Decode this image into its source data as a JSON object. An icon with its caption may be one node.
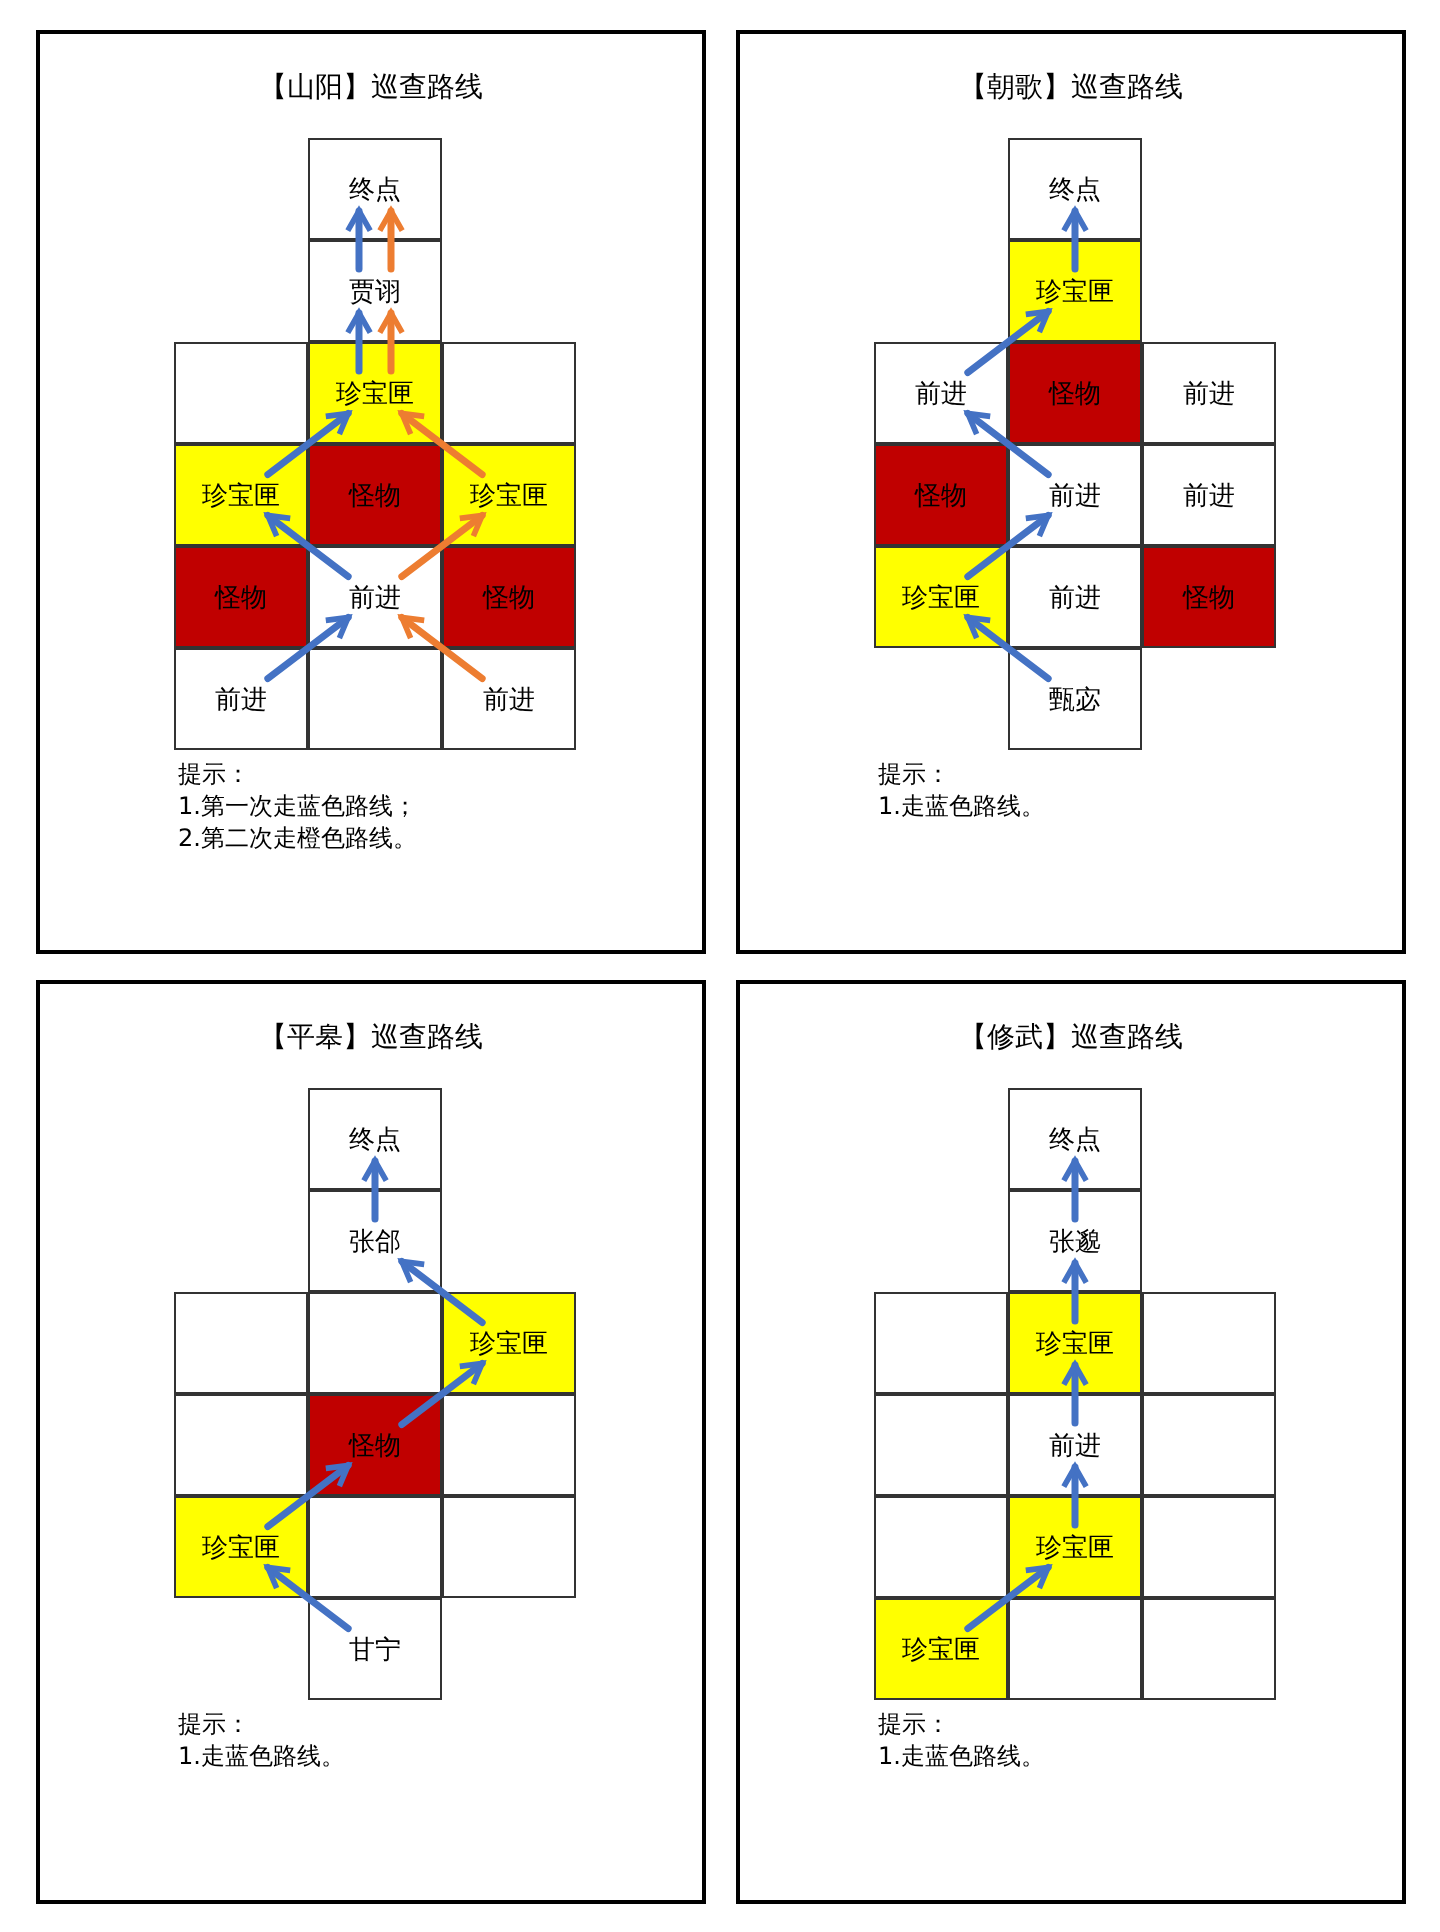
{
  "diagram": {
    "nodes": [
      {
        "text": [
          "【山阳】巡查路线",
          "提示：",
          "1.第一次走蓝色路线；",
          "2.第二次走橙色路线。"
        ]
      },
      {
        "text": [
          "终点"
        ],
        "in": 0
      },
      {
        "text": [
          "贾诩"
        ],
        "in": 0
      },
      {
        "text": [],
        "shape": "box",
        "in": 0
      },
      {
        "text": [
          "珍宝匣"
        ],
        "in": 0
      },
      {
        "text": [],
        "shape": "box",
        "in": 0
      },
      {
        "text": [
          "珍宝匣"
        ],
        "in": 0
      },
      {
        "text": [
          "怪物"
        ],
        "in": 0
      },
      {
        "text": [
          "珍宝匣"
        ],
        "in": 0
      },
      {
        "text": [
          "怪物"
        ],
        "in": 0
      },
      {
        "text": [
          "前进"
        ],
        "in": 0
      },
      {
        "text": [
          "怪物"
        ],
        "in": 0
      },
      {
        "text": [
          "前进"
        ],
        "in": 0
      },
      {
        "text": [],
        "shape": "box",
        "in": 0
      },
      {
        "text": [
          "前进"
        ],
        "in": 0
      },
      {
        "text": [
          "【朝歌】巡查路线",
          "提示：",
          "1.走蓝色路线。"
        ]
      },
      {
        "text": [
          "终点"
        ],
        "in": 15
      },
      {
        "text": [
          "珍宝匣"
        ],
        "in": 15
      },
      {
        "text": [
          "前进"
        ],
        "in": 15
      },
      {
        "text": [
          "怪物"
        ],
        "in": 15
      },
      {
        "text": [
          "前进"
        ],
        "in": 15
      },
      {
        "text": [
          "怪物"
        ],
        "in": 15
      },
      {
        "text": [
          "前进"
        ],
        "in": 15
      },
      {
        "text": [
          "前进"
        ],
        "in": 15
      },
      {
        "text": [
          "珍宝匣"
        ],
        "in": 15
      },
      {
        "text": [
          "前进"
        ],
        "in": 15
      },
      {
        "text": [
          "怪物"
        ],
        "in": 15
      },
      {
        "text": [
          "甄宓"
        ],
        "in": 15
      },
      {
        "text": [
          "【平皋】巡查路线",
          "提示：",
          "1.走蓝色路线。"
        ]
      },
      {
        "text": [
          "终点"
        ],
        "in": 28
      },
      {
        "text": [
          "张郃"
        ],
        "in": 28
      },
      {
        "text": [],
        "shape": "box",
        "in": 28
      },
      {
        "text": [],
        "shape": "box",
        "in": 28
      },
      {
        "text": [
          "珍宝匣"
        ],
        "in": 28
      },
      {
        "text": [],
        "shape": "box",
        "in": 28
      },
      {
        "text": [
          "怪物"
        ],
        "in": 28
      },
      {
        "text": [],
        "shape": "box",
        "in": 28
      },
      {
        "text": [
          "珍宝匣"
        ],
        "in": 28
      },
      {
        "text": [],
        "shape": "box",
        "in": 28
      },
      {
        "text": [],
        "shape": "box",
        "in": 28
      },
      {
        "text": [
          "甘宁"
        ],
        "in": 28
      },
      {
        "text": [
          "【修武】巡查路线",
          "提示：",
          "1.走蓝色路线。"
        ]
      },
      {
        "text": [
          "终点"
        ],
        "in": 41
      },
      {
        "text": [
          "张邈"
        ],
        "in": 41
      },
      {
        "text": [],
        "shape": "box",
        "in": 41
      },
      {
        "text": [
          "珍宝匣"
        ],
        "in": 41
      },
      {
        "text": [],
        "shape": "box",
        "in": 41
      },
      {
        "text": [],
        "shape": "box",
        "in": 41
      },
      {
        "text": [
          "前进"
        ],
        "in": 41
      },
      {
        "text": [],
        "shape": "box",
        "in": 41
      },
      {
        "text": [],
        "shape": "box",
        "in": 41
      },
      {
        "text": [
          "珍宝匣"
        ],
        "in": 41
      },
      {
        "text": [],
        "shape": "box",
        "in": 41
      },
      {
        "text": [
          "珍宝匣"
        ],
        "in": 41
      },
      {
        "text": [],
        "shape": "box",
        "in": 41
      },
      {
        "text": [],
        "shape": "box",
        "in": 41
      }
    ],
    "edges": [
      {
        "from": 12,
        "to": 10,
        "arrow": "to"
      },
      {
        "from": 10,
        "to": 6,
        "arrow": "to"
      },
      {
        "from": 6,
        "to": 4,
        "arrow": "to"
      },
      {
        "from": 4,
        "to": 2,
        "arrow": "to"
      },
      {
        "from": 2,
        "to": 1,
        "arrow": "to"
      },
      {
        "from": 14,
        "to": 10,
        "arrow": "to",
        "color": "#ed7d31"
      },
      {
        "from": 10,
        "to": 8,
        "arrow": "to",
        "color": "#ed7d31"
      },
      {
        "from": 8,
        "to": 4,
        "arrow": "to",
        "color": "#ed7d31"
      },
      {
        "from": 4,
        "to": 2,
        "arrow": "to",
        "color": "#ed7d31"
      },
      {
        "from": 2,
        "to": 1,
        "arrow": "to",
        "color": "#ed7d31"
      },
      {
        "from": 27,
        "to": 24,
        "arrow": "to"
      },
      {
        "from": 24,
        "to": 22,
        "arrow": "to"
      },
      {
        "from": 22,
        "to": 18,
        "arrow": "to"
      },
      {
        "from": 18,
        "to": 17,
        "arrow": "to"
      },
      {
        "from": 17,
        "to": 16,
        "arrow": "to"
      },
      {
        "from": 40,
        "to": 37,
        "arrow": "to"
      },
      {
        "from": 37,
        "to": 35,
        "arrow": "to"
      },
      {
        "from": 35,
        "to": 33,
        "arrow": "to"
      },
      {
        "from": 33,
        "to": 30,
        "arrow": "to"
      },
      {
        "from": 30,
        "to": 29,
        "arrow": "to"
      },
      {
        "from": 53,
        "to": 51,
        "arrow": "to"
      },
      {
        "from": 51,
        "to": 48,
        "arrow": "to"
      },
      {
        "from": 48,
        "to": 45,
        "arrow": "to"
      },
      {
        "from": 45,
        "to": 43,
        "arrow": "to"
      },
      {
        "from": 43,
        "to": 42,
        "arrow": "to"
      }
    ]
  }
}
